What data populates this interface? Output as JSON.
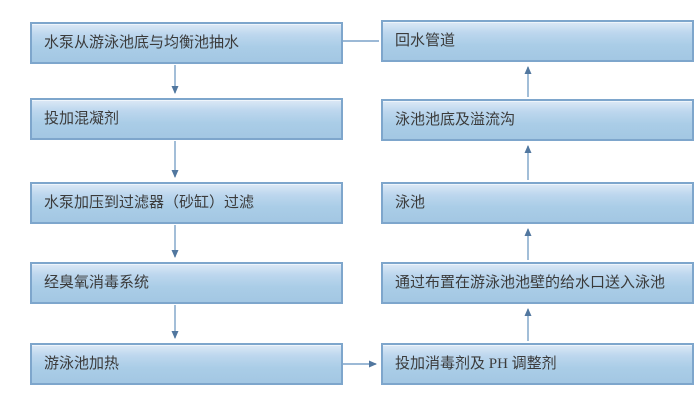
{
  "diagram": {
    "type": "flowchart",
    "title": "",
    "style": {
      "box_border_color": "#7ea6cc",
      "box_fill_top": "#dce9f6",
      "box_fill_bottom": "#a3c7e3",
      "arrow_line_color": "#7ba2c8",
      "arrow_head_color": "#51779f",
      "text_color": "#3b3b3b",
      "background_color": "#ffffff"
    },
    "left_column": [
      {
        "id": "pump-intake",
        "label": "水泵从游泳池底与均衡池抽水"
      },
      {
        "id": "coagulant",
        "label": "投加混凝剂"
      },
      {
        "id": "sand-filter",
        "label": "水泵加压到过滤器（砂缸）过滤"
      },
      {
        "id": "ozone",
        "label": "经臭氧消毒系统"
      },
      {
        "id": "heating",
        "label": "游泳池加热"
      }
    ],
    "right_column": [
      {
        "id": "return-pipe",
        "label": "回水管道"
      },
      {
        "id": "pool-bottom-overflow",
        "label": "泳池池底及溢流沟"
      },
      {
        "id": "pool",
        "label": "泳池"
      },
      {
        "id": "wall-inlet",
        "label": "通过布置在游泳池池壁的给水口送入泳池"
      },
      {
        "id": "disinfectant-ph",
        "label": "投加消毒剂及 PH 调整剂"
      }
    ],
    "edges": [
      {
        "from": "pump-intake",
        "to": "coagulant",
        "direction": "down"
      },
      {
        "from": "coagulant",
        "to": "sand-filter",
        "direction": "down"
      },
      {
        "from": "sand-filter",
        "to": "ozone",
        "direction": "down"
      },
      {
        "from": "ozone",
        "to": "heating",
        "direction": "down"
      },
      {
        "from": "heating",
        "to": "disinfectant-ph",
        "direction": "right"
      },
      {
        "from": "disinfectant-ph",
        "to": "wall-inlet",
        "direction": "up"
      },
      {
        "from": "wall-inlet",
        "to": "pool",
        "direction": "up"
      },
      {
        "from": "pool",
        "to": "pool-bottom-overflow",
        "direction": "up"
      },
      {
        "from": "pool-bottom-overflow",
        "to": "return-pipe",
        "direction": "up"
      },
      {
        "from": "return-pipe",
        "to": "pump-intake",
        "direction": "left"
      }
    ]
  }
}
